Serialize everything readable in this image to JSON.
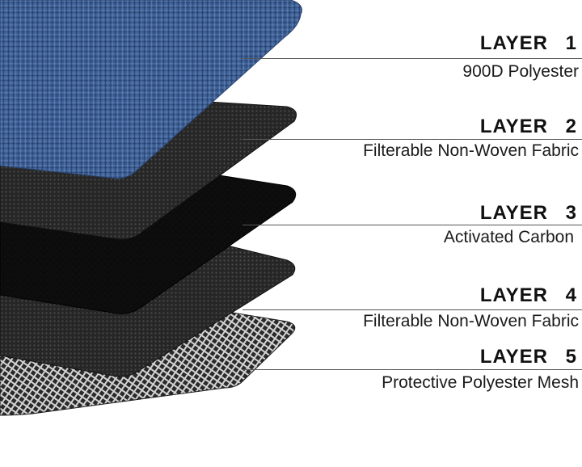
{
  "layers": [
    {
      "title": "LAYER 1",
      "description": "900D Polyester"
    },
    {
      "title": "LAYER 2",
      "description": "Filterable Non-Woven Fabric"
    },
    {
      "title": "LAYER 3",
      "description": "Activated Carbon"
    },
    {
      "title": "LAYER 4",
      "description": "Filterable Non-Woven Fabric"
    },
    {
      "title": "LAYER 5",
      "description": "Protective Polyester Mesh"
    }
  ],
  "colors": {
    "polyester_blue": "#3d5f94",
    "non_woven_dark": "#2b2b2b",
    "carbon_black": "#0c0c0c",
    "mesh_light": "#c9c9c9",
    "text": "#111111"
  }
}
